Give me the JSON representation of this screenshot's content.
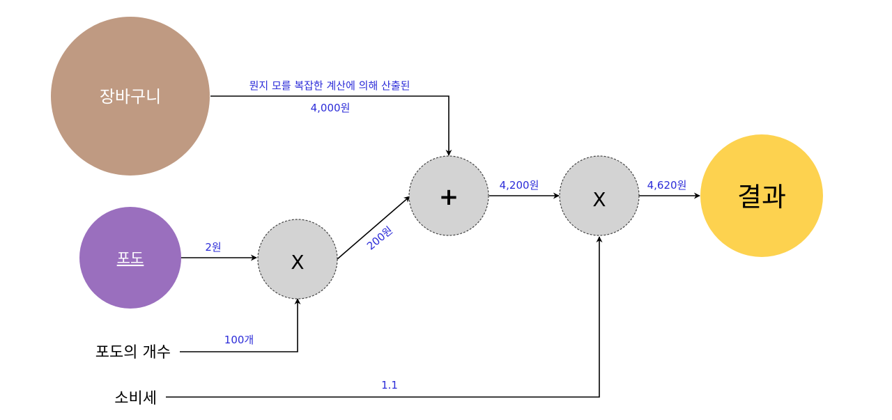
{
  "nodes": {
    "basket": {
      "label": "장바구니",
      "color": "#bf9a82"
    },
    "grape": {
      "label": "포도",
      "color": "#9a6fbe"
    },
    "result": {
      "label": "결과",
      "color": "#fdd24f"
    }
  },
  "operators": {
    "multiply_grape": {
      "symbol": "X"
    },
    "add": {
      "symbol": "+"
    },
    "multiply_tax": {
      "symbol": "X"
    },
    "color": "#d3d3d3"
  },
  "inputs": {
    "grape_count": "포도의 개수",
    "tax": "소비세"
  },
  "edge_labels": {
    "basket_note": "뭔지 모를 복잡한 계산에 의해 산출된",
    "basket_value": "4,000원",
    "grape_price": "2원",
    "grape_count_value": "100개",
    "grape_subtotal": "200원",
    "sum": "4,200원",
    "tax_value": "1.1",
    "final": "4,620원"
  }
}
